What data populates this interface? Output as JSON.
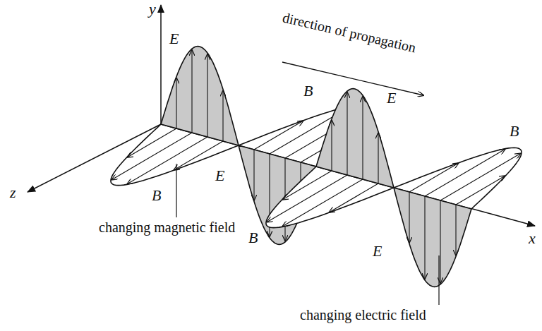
{
  "diagram": {
    "labels": [
      "y",
      "direction of propagation",
      "E",
      "B",
      "E",
      "B",
      "z",
      "B",
      "E",
      "B",
      "E",
      "x",
      "changing magnetic field",
      "changing electric field"
    ]
  }
}
